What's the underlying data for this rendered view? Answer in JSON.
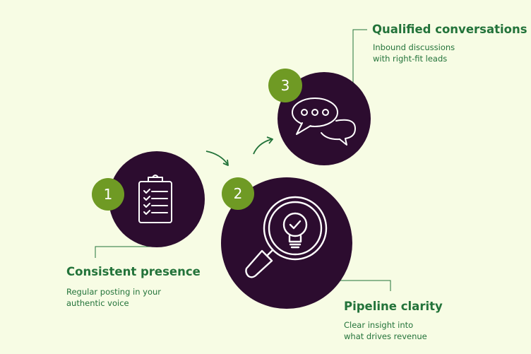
{
  "colors": {
    "background": "#f7fce4",
    "circle": "#2c0c2f",
    "badge": "#6f9a24",
    "text": "#23733a",
    "icon_stroke": "#ffffff"
  },
  "steps": [
    {
      "number": "1",
      "title": "Consistent presence",
      "description": [
        "Regular posting in your",
        "authentic voice"
      ],
      "icon": "clipboard-checklist-icon"
    },
    {
      "number": "2",
      "title": "Pipeline clarity",
      "description": [
        "Clear insight into",
        "what drives revenue"
      ],
      "icon": "magnifier-lightbulb-icon"
    },
    {
      "number": "3",
      "title": "Qualified conversations",
      "description": [
        "Inbound discussions",
        "with right-fit leads"
      ],
      "icon": "chat-bubbles-icon"
    }
  ]
}
